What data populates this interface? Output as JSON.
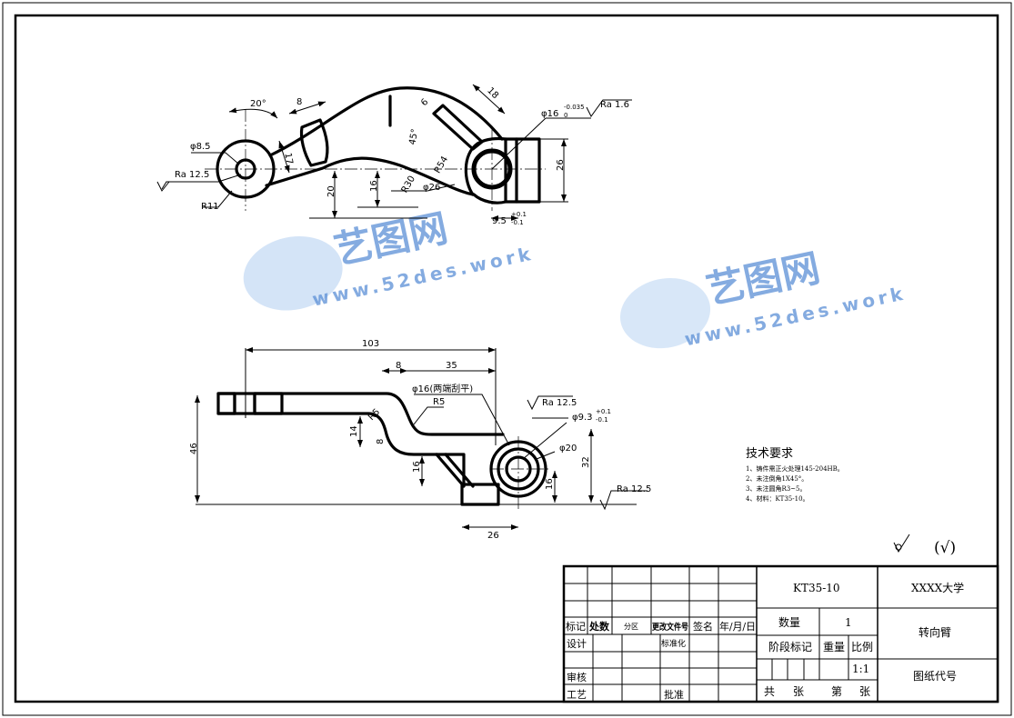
{
  "drawing": {
    "top_view_dims": {
      "angle": "20°",
      "w8": "8",
      "d8_5": "φ8.5",
      "ra1": "Ra 12.5",
      "r11": "R11",
      "d17": "17",
      "d20": "20",
      "d16": "16",
      "r30": "R30",
      "r54": "R54",
      "a45": "45°",
      "d6": "6",
      "d18": "18",
      "d26dia": "φ26",
      "d16tol": "φ16",
      "tol16": "-0.035",
      "tol16b": "0",
      "ra2": "Ra 1.6",
      "d26": "26",
      "d9_5": "9.5",
      "tol95a": "+0.1",
      "tol95b": "-0.1"
    },
    "front_view_dims": {
      "d103": "103",
      "d8": "8",
      "d35": "35",
      "d16note": "φ16(两端刮平)",
      "r5": "R5",
      "r5b": "R5",
      "d14": "14",
      "d8b": "8",
      "d46": "46",
      "d16": "16",
      "ra3": "Ra 12.5",
      "d9_3": "φ9.3",
      "tol93a": "+0.1",
      "tol93b": "-0.1",
      "d20": "φ20",
      "d32": "32",
      "d16b": "16",
      "ra4": "Ra 12.5",
      "d26": "26"
    },
    "tech_requirements": {
      "title": "技术要求",
      "items": [
        "1、铸件需正火处理145-204HB。",
        "2、未注倒角1X45°。",
        "3、未注圆角R3~5。",
        "4、材料：KT35-10。"
      ]
    },
    "surface_symbol_other": "(√)"
  },
  "watermark": {
    "logo": "艺图网",
    "url": "www.52des.work"
  },
  "title_block": {
    "part_code": "KT35-10",
    "school": "XXXX大学",
    "part_name": "转向臂",
    "drawing_no_label": "图纸代号",
    "quantity_label": "数量",
    "quantity": "1",
    "stage_label": "阶段标记",
    "weight_label": "重量",
    "scale_label": "比例",
    "scale": "1:1",
    "total_label": "共",
    "sheet_label": "张",
    "nth_label": "第",
    "sheet_label2": "张",
    "headers": [
      "标记",
      "处数",
      "分区",
      "更改文件号",
      "签名",
      "年/月/日"
    ],
    "design": "设计",
    "standard": "标准化",
    "review": "审核",
    "process": "工艺",
    "approve": "批准"
  }
}
